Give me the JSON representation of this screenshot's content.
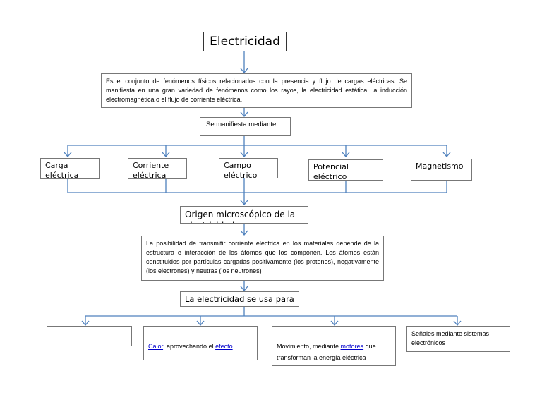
{
  "title": "Electricidad",
  "definition": "Es el conjunto de fenómenos físicos relacionados con la presencia y flujo de cargas eléctricas. Se manifiesta en una gran variedad de fenómenos como los rayos, la electricidad estática, la inducción electromagnética o el flujo de corriente eléctrica.",
  "manifests_label": "Se manifiesta mediante",
  "manifestations": [
    "Carga eléctrica",
    "Corriente eléctrica",
    "Campo eléctrico",
    "Potencial eléctrico",
    "Magnetismo"
  ],
  "origin_label": "Origen microscópico de la electricidad",
  "origin_text": "La posibilidad de transmitir corriente eléctrica en los materiales depende de la estructura e interacción de los átomos que los componen. Los átomos están constituidos por partículas cargadas positivamente (los protones), negativamente (los electrones) y neutras (los neutrones)",
  "uses_label": "La electricidad se usa para",
  "uses": {
    "box1": ".",
    "box2": {
      "link1": "Calor",
      "text": ", aprovechando el ",
      "link2": "efecto "
    },
    "box3": {
      "text1": "Movimiento, mediante ",
      "link": "motores",
      "text2": " que transforman la energía eléctrica"
    },
    "box4": "Señales mediante sistemas electrónicos"
  },
  "colors": {
    "connector": "#4f81bd",
    "link": "#0000cc"
  }
}
